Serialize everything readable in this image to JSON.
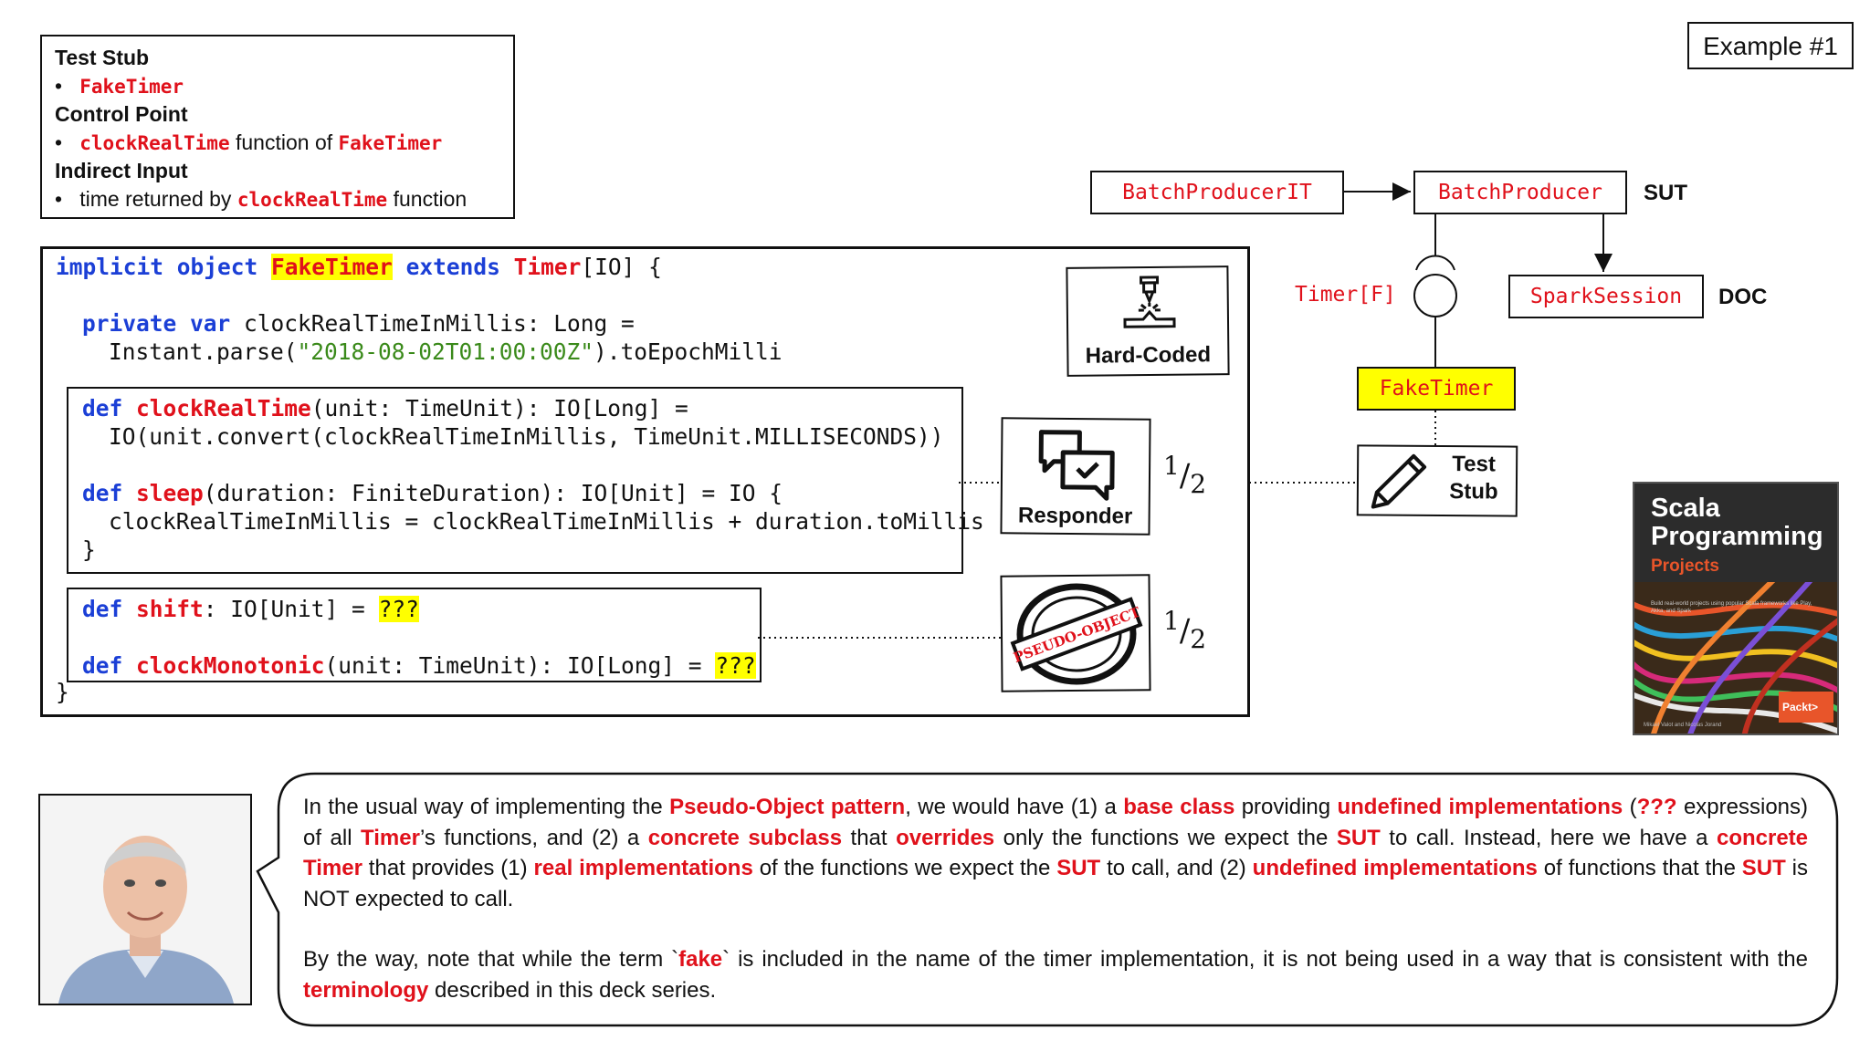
{
  "example_label": "Example #1",
  "legend": {
    "test_stub_heading": "Test Stub",
    "test_stub_item": "FakeTimer",
    "control_point_heading": "Control Point",
    "control_point_code": "clockRealTime",
    "control_point_mid": "function of",
    "control_point_code2": "FakeTimer",
    "indirect_input_heading": "Indirect Input",
    "indirect_input_pre": "time returned by",
    "indirect_input_code": "clockRealTime",
    "indirect_input_post": "function"
  },
  "code": {
    "l1_kw1": "implicit object",
    "l1_name": "FakeTimer",
    "l1_kw2": "extends",
    "l1_type": "Timer",
    "l1_rest": "[IO] {",
    "l2_kw": "private var",
    "l2_rest": "clockRealTimeInMillis: Long =",
    "l3_pre": "Instant.parse(",
    "l3_str": "\"2018-08-02T01:00:00Z\"",
    "l3_post": ").toEpochMilli",
    "l4_kw": "def",
    "l4_fn": "clockRealTime",
    "l4_rest": "(unit: TimeUnit): IO[Long] =",
    "l5": "IO(unit.convert(clockRealTimeInMillis, TimeUnit.MILLISECONDS))",
    "l6_kw": "def",
    "l6_fn": "sleep",
    "l6_rest": "(duration: FiniteDuration): IO[Unit] = IO {",
    "l7": "clockRealTimeInMillis = clockRealTimeInMillis + duration.toMillis",
    "l8": "}",
    "l9_kw": "def",
    "l9_fn": "shift",
    "l9_rest": ": IO[Unit] = ",
    "l9_q": "???",
    "l10_kw": "def",
    "l10_fn": "clockMonotonic",
    "l10_rest": "(unit: TimeUnit): IO[Long] = ",
    "l10_q": "???",
    "l11": "}"
  },
  "cards": {
    "hard_coded": "Hard-Coded",
    "responder": "Responder",
    "pseudo_stamp": "PSEUDO-OBJECT",
    "half1_num": "1",
    "half1_den": "2",
    "half2_num": "1",
    "half2_den": "2"
  },
  "diagram": {
    "batch_producer_it": "BatchProducerIT",
    "batch_producer": "BatchProducer",
    "sut": "SUT",
    "spark_session": "SparkSession",
    "doc": "DOC",
    "timer_f": "Timer[F]",
    "fake_timer": "FakeTimer",
    "test_stub": "Test Stub",
    "test_stub_l1": "Test",
    "test_stub_l2": "Stub"
  },
  "book": {
    "title1": "Scala",
    "title2": "Programming",
    "subtitle": "Projects",
    "blurb": "Build real-world projects using popular Scala frameworks like Play, Akka, and Spark",
    "publisher": "Packt>",
    "authors": "Mikael Valot and Nicolas Jorand"
  },
  "speech": {
    "p1": [
      {
        "t": "In the usual way of implementing the ",
        "s": ""
      },
      {
        "t": "Pseudo-Object pattern",
        "s": "redb"
      },
      {
        "t": ", we would have (1) a ",
        "s": ""
      },
      {
        "t": "base class",
        "s": "redb"
      },
      {
        "t": " providing ",
        "s": ""
      },
      {
        "t": "undefined implementations",
        "s": "redb"
      },
      {
        "t": " (",
        "s": ""
      },
      {
        "t": "???",
        "s": "redb"
      },
      {
        "t": " expressions) of all  ",
        "s": ""
      },
      {
        "t": "Timer",
        "s": "redb"
      },
      {
        "t": "’s functions, and (2) a ",
        "s": ""
      },
      {
        "t": "concrete subclass",
        "s": "redb"
      },
      {
        "t": " that ",
        "s": ""
      },
      {
        "t": "overrides",
        "s": "redb"
      },
      {
        "t": " only the functions we expect the ",
        "s": ""
      },
      {
        "t": "SUT",
        "s": "redb"
      },
      {
        "t": " to call. Instead, here we have a ",
        "s": ""
      },
      {
        "t": "concrete Timer",
        "s": "redb"
      },
      {
        "t": " that provides (1) ",
        "s": ""
      },
      {
        "t": "real implementations",
        "s": "redb"
      },
      {
        "t": " of the functions we expect the ",
        "s": ""
      },
      {
        "t": "SUT",
        "s": "redb"
      },
      {
        "t": " to call, and (2) ",
        "s": ""
      },
      {
        "t": "undefined implementations",
        "s": "redb"
      },
      {
        "t": " of functions that the ",
        "s": ""
      },
      {
        "t": "SUT",
        "s": "redb"
      },
      {
        "t": " is NOT expected to call.",
        "s": ""
      }
    ],
    "p2": [
      {
        "t": "By the way, note that while the term `",
        "s": ""
      },
      {
        "t": "fake",
        "s": "redb"
      },
      {
        "t": "` is included in the name of the timer implementation, it is not being used in a way that is consistent with the ",
        "s": ""
      },
      {
        "t": "terminology",
        "s": "redb"
      },
      {
        "t": " described in this deck series.",
        "s": ""
      }
    ]
  },
  "colors": {
    "accent_red": "#e0111b",
    "keyword_blue": "#1b3fd6",
    "string_green": "#3a8a1a",
    "highlight_yellow": "#ffff00"
  }
}
